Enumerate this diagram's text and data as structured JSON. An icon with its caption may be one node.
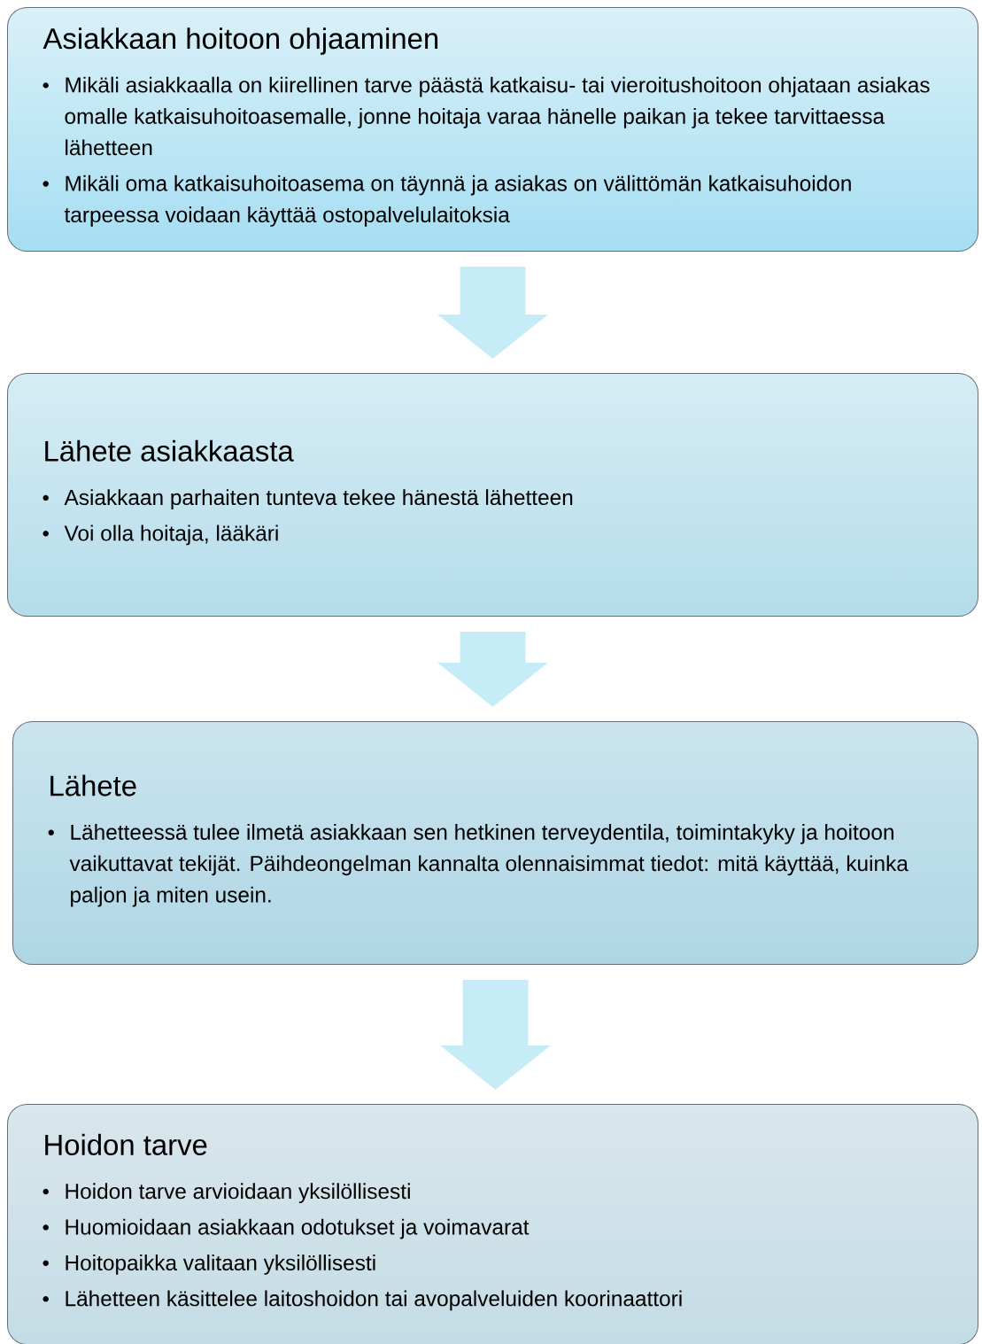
{
  "diagram": {
    "nodes": [
      {
        "text": [
          "Asiakkaan hoitoon ohjaaminen",
          "Mikäli asiakkaalla on kiirellinen tarve päästä katkaisu- tai vieroitushoitoon ohjataan asiakas omalle katkaisuhoitoasemalle, jonne hoitaja varaa hänelle paikan ja tekee tarvittaessa lähetteen",
          "Mikäli oma katkaisuhoitoasema on täynnä ja asiakas on välittömän katkaisuhoidon tarpeessa voidaan käyttää ostopalvelulaitoksia"
        ]
      },
      {
        "text": [
          "Lähete asiakkaasta",
          "Asiakkaan parhaiten tunteva tekee hänestä lähetteen",
          "Voi olla hoitaja, lääkäri"
        ]
      },
      {
        "text": [
          "Lähete",
          "Lähetteessä tulee ilmetä asiakkaan sen hetkinen terveydentila, toimintakyky ja hoitoon vaikuttavat tekijät. Päihdeongelman kannalta olennaisimmat tiedot: mitä käyttää, kuinka paljon ja miten usein."
        ]
      },
      {
        "text": [
          "Hoidon tarve",
          "Hoidon tarve arvioidaan yksilöllisesti",
          "Huomioidaan asiakkaan odotukset ja voimavarat",
          "Hoitopaikka valitaan yksilöllisesti",
          "Lähetteen käsittelee laitoshoidon tai avopalveluiden koorinaattori"
        ]
      }
    ],
    "edges": [
      {
        "from": 0,
        "to": 1,
        "arrow": "to"
      },
      {
        "from": 1,
        "to": 2,
        "arrow": "to"
      },
      {
        "from": 2,
        "to": 3,
        "arrow": "to"
      }
    ]
  }
}
